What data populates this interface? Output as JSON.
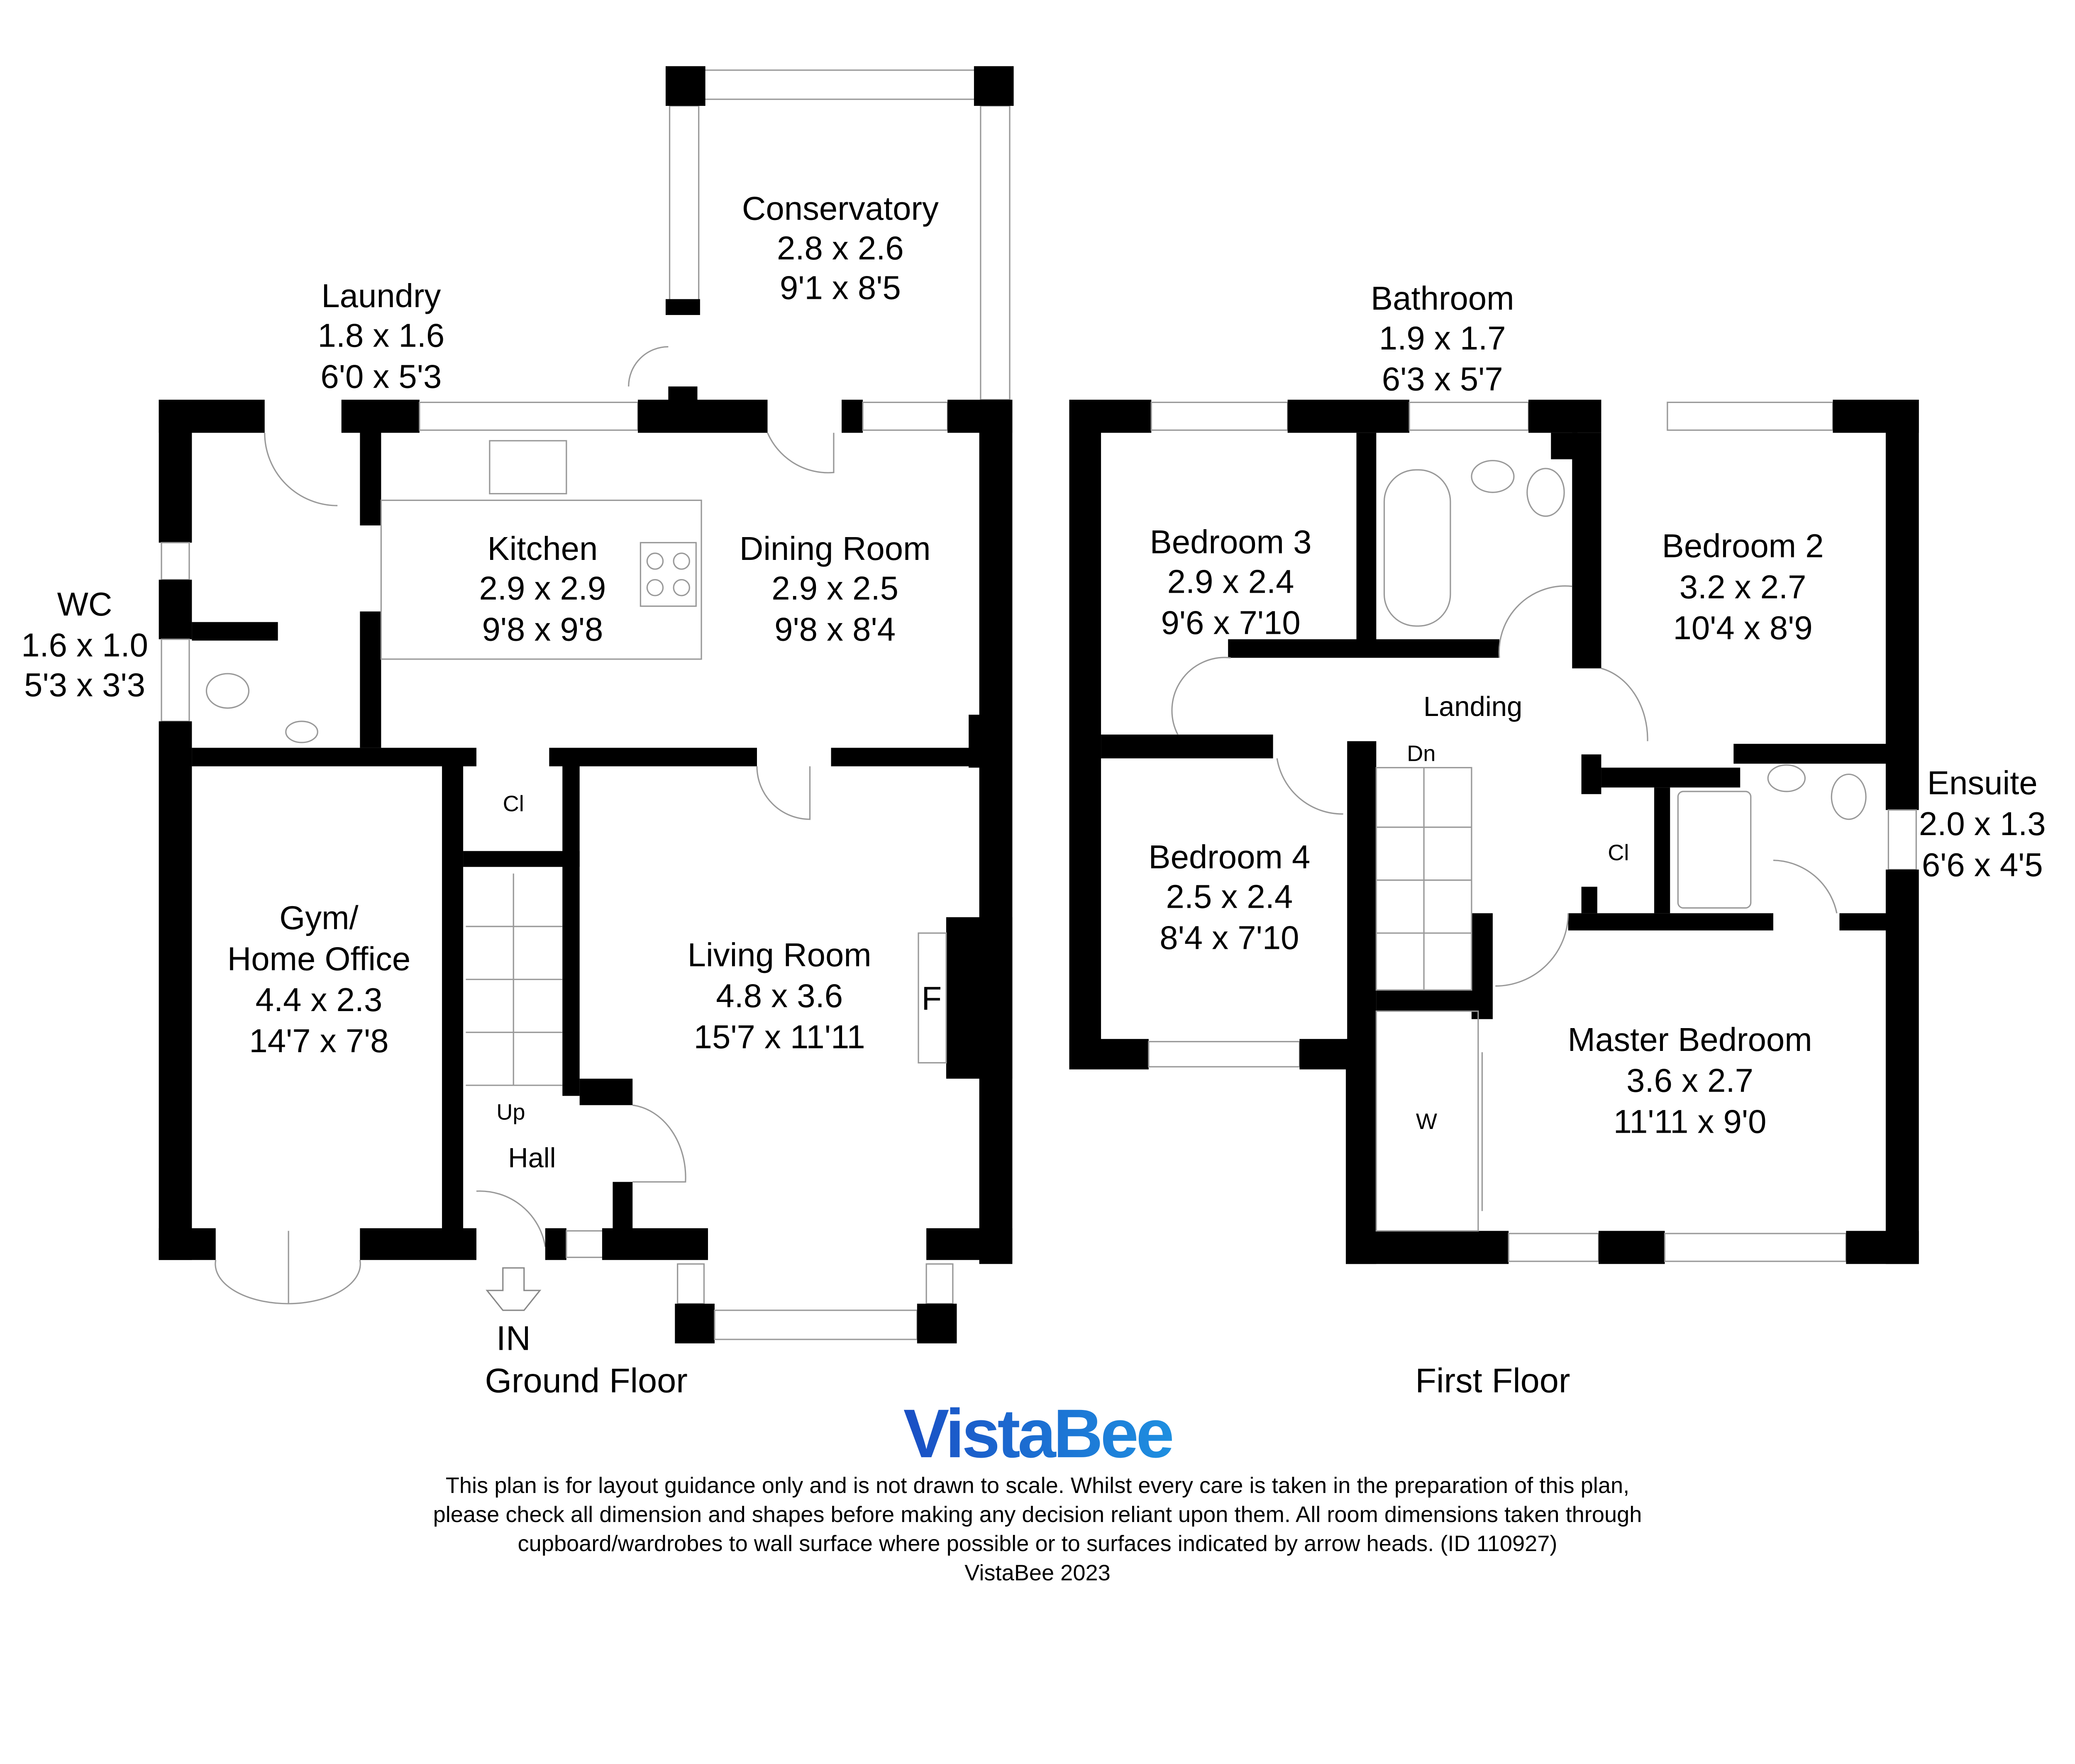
{
  "ground_floor": {
    "title": "Ground Floor",
    "entrance": "IN",
    "rooms": [
      {
        "name": "Conservatory",
        "metric": "2.8 x 2.6",
        "imperial": "9'1 x 8'5"
      },
      {
        "name": "Laundry",
        "metric": "1.8 x 1.6",
        "imperial": "6'0 x 5'3"
      },
      {
        "name": "Kitchen",
        "metric": "2.9 x 2.9",
        "imperial": "9'8 x 9'8"
      },
      {
        "name": "Dining Room",
        "metric": "2.9 x 2.5",
        "imperial": "9'8 x 8'4"
      },
      {
        "name": "WC",
        "metric": "1.6 x 1.0",
        "imperial": "5'3 x 3'3"
      },
      {
        "name": "Gym/",
        "name2": "Home Office",
        "metric": "4.4 x 2.3",
        "imperial": "14'7 x 7'8"
      },
      {
        "name": "Living Room",
        "metric": "4.8 x 3.6",
        "imperial": "15'7 x 11'11"
      }
    ],
    "minor_labels": {
      "cupboard": "Cl",
      "stairs": "Up",
      "hall": "Hall",
      "fireplace": "F"
    }
  },
  "first_floor": {
    "title": "First Floor",
    "rooms": [
      {
        "name": "Bathroom",
        "metric": "1.9 x 1.7",
        "imperial": "6'3 x 5'7"
      },
      {
        "name": "Bedroom 3",
        "metric": "2.9 x 2.4",
        "imperial": "9'6 x 7'10"
      },
      {
        "name": "Bedroom 2",
        "metric": "3.2 x 2.7",
        "imperial": "10'4 x 8'9"
      },
      {
        "name": "Bedroom 4",
        "metric": "2.5 x 2.4",
        "imperial": "8'4 x 7'10"
      },
      {
        "name": "Ensuite",
        "metric": "2.0 x 1.3",
        "imperial": "6'6 x 4'5"
      },
      {
        "name": "Master Bedroom",
        "metric": "3.6 x 2.7",
        "imperial": "11'11 x 9'0"
      }
    ],
    "minor_labels": {
      "landing": "Landing",
      "stairs": "Dn",
      "cupboard": "Cl",
      "wardrobe": "W"
    }
  },
  "branding": {
    "logo": "VistaBee",
    "logo_color_start": "#1a4fc4",
    "logo_color_end": "#1e8fe0"
  },
  "disclaimer": {
    "line1": "This plan is for layout guidance only and is not drawn to scale. Whilst every care is taken in the preparation of this plan,",
    "line2": "please check all dimension and shapes before making any decision reliant upon them. All room dimensions taken through",
    "line3": "cupboard/wardrobes to wall surface where possible or to surfaces indicated by arrow heads. (ID 110927)",
    "line4": "VistaBee 2023"
  }
}
